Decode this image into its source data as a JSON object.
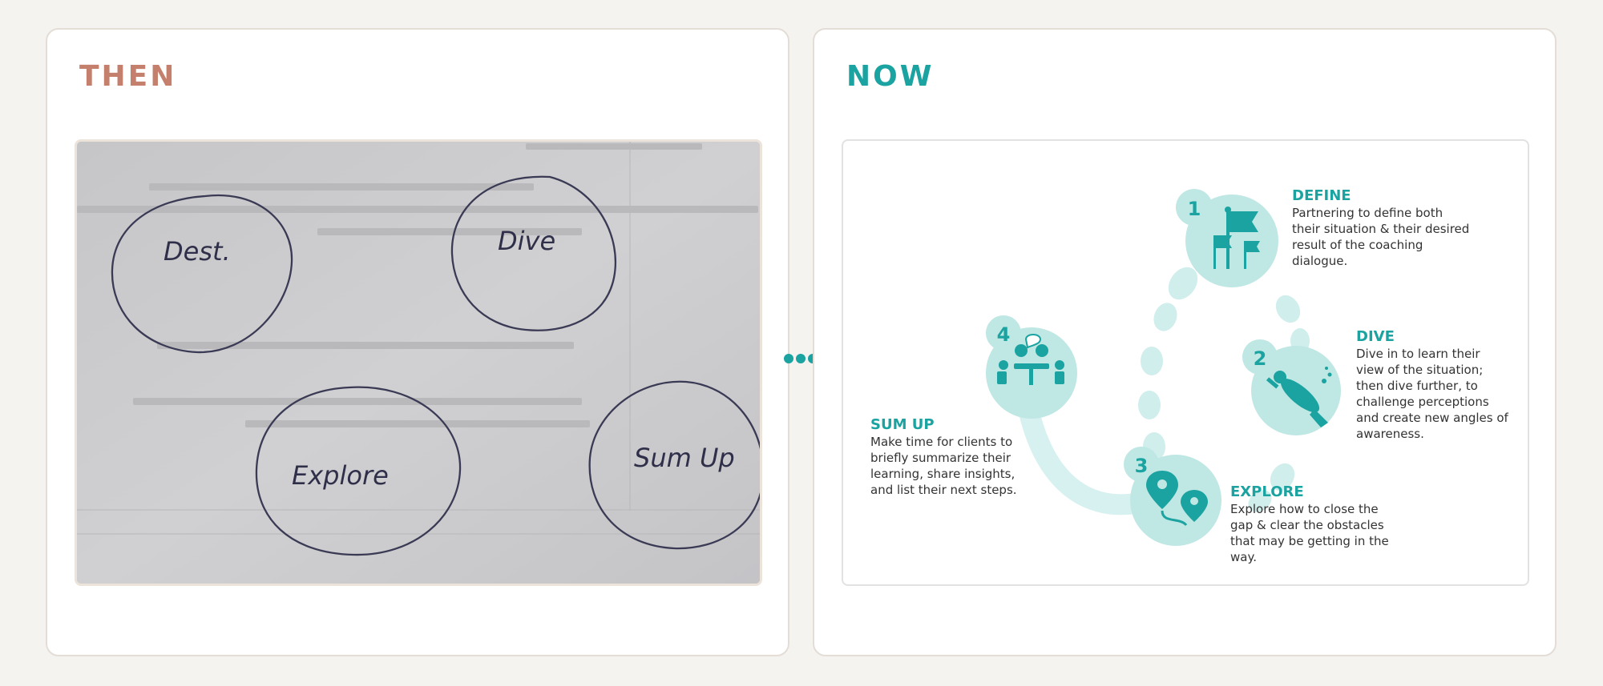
{
  "then": {
    "title": "THEN",
    "sketch_labels": [
      "Dest.",
      "Dive",
      "Explore",
      "Sum Up"
    ]
  },
  "now": {
    "title": "NOW",
    "steps": [
      {
        "number": "1",
        "title": "DEFINE",
        "description": "Partnering to define both their situation & their desired result of the coaching dialogue.",
        "lines": [
          "Partnering to define both",
          "their situation & their desired",
          "result of the coaching",
          "dialogue."
        ],
        "icon": "flags-icon"
      },
      {
        "number": "2",
        "title": "DIVE",
        "description": "Dive in to learn their view of the situation; then dive further, to challenge perceptions and create new angles of awareness.",
        "lines": [
          "Dive in to learn their",
          "view of the situation;",
          "then dive further, to",
          "challenge perceptions",
          "and create new angles of",
          "awareness."
        ],
        "icon": "diver-icon"
      },
      {
        "number": "3",
        "title": "EXPLORE",
        "description": "Explore how to close the gap & clear the obstacles that may be getting in the way.",
        "lines": [
          "Explore how to close the",
          "gap & clear the obstacles",
          "that may be getting in the",
          "way."
        ],
        "icon": "map-pins-icon"
      },
      {
        "number": "4",
        "title": "SUM UP",
        "description": "Make time for clients to briefly summarize their learning, share insights, and list their next steps.",
        "lines": [
          "Make time for clients to",
          "briefly summarize their",
          "learning, share insights,",
          "and list their next steps."
        ],
        "icon": "meeting-icon"
      }
    ]
  },
  "colors": {
    "then_accent": "#c4806c",
    "now_accent": "#1aa3a0"
  }
}
